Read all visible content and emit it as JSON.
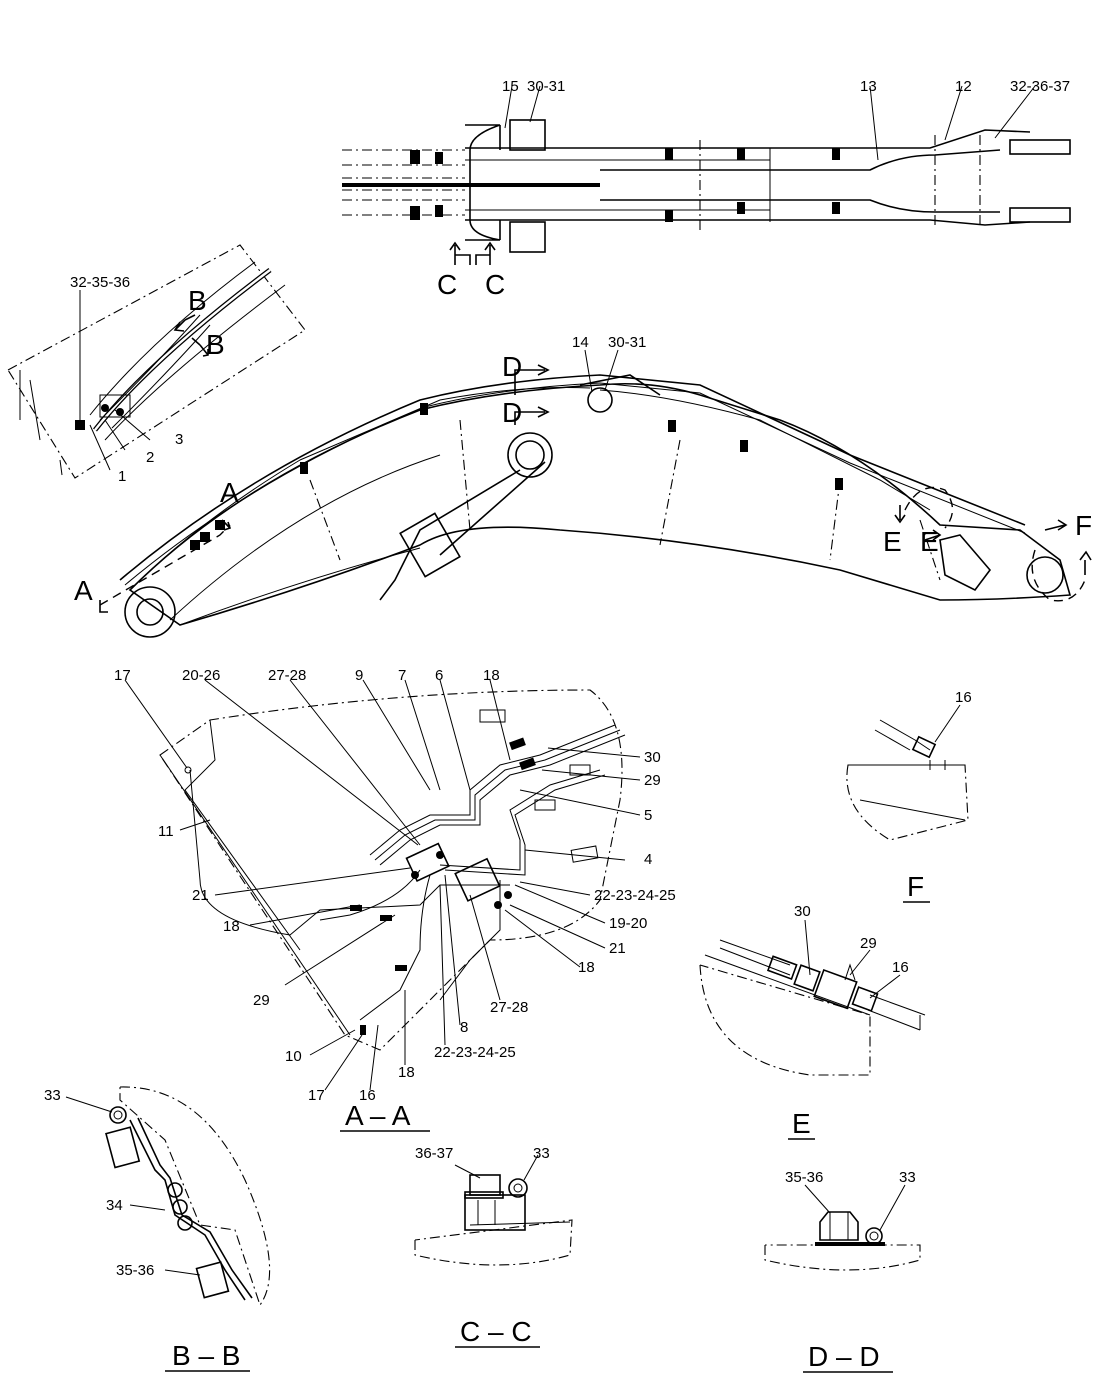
{
  "top_view": {
    "callouts": [
      "15",
      "30-31",
      "13",
      "12",
      "32-36-37"
    ],
    "section_markers": [
      "C",
      "C"
    ]
  },
  "detail_b": {
    "callouts": [
      "32-35-36",
      "3",
      "2",
      "1"
    ],
    "section_markers": [
      "B",
      "B"
    ]
  },
  "side_view": {
    "callouts": [
      "14",
      "30-31"
    ],
    "section_markers": [
      "D",
      "D",
      "A",
      "A",
      "E",
      "E",
      "F",
      "F"
    ]
  },
  "section_aa": {
    "title": "A – A",
    "callouts": [
      "17",
      "20-26",
      "27-28",
      "9",
      "7",
      "6",
      "18",
      "30",
      "29",
      "5",
      "4",
      "11",
      "21",
      "22-23-24-25",
      "19-20",
      "21",
      "18",
      "18",
      "29",
      "27-28",
      "8",
      "22-23-24-25",
      "10",
      "18",
      "17",
      "16"
    ]
  },
  "section_f": {
    "title": "F",
    "callouts": [
      "16"
    ]
  },
  "section_e": {
    "title": "E",
    "callouts": [
      "30",
      "29",
      "16"
    ]
  },
  "section_bb": {
    "title": "B – B",
    "callouts": [
      "33",
      "34",
      "35-36"
    ]
  },
  "section_cc": {
    "title": "C – C",
    "callouts": [
      "36-37",
      "33"
    ]
  },
  "section_dd": {
    "title": "D – D",
    "callouts": [
      "35-36",
      "33"
    ]
  }
}
